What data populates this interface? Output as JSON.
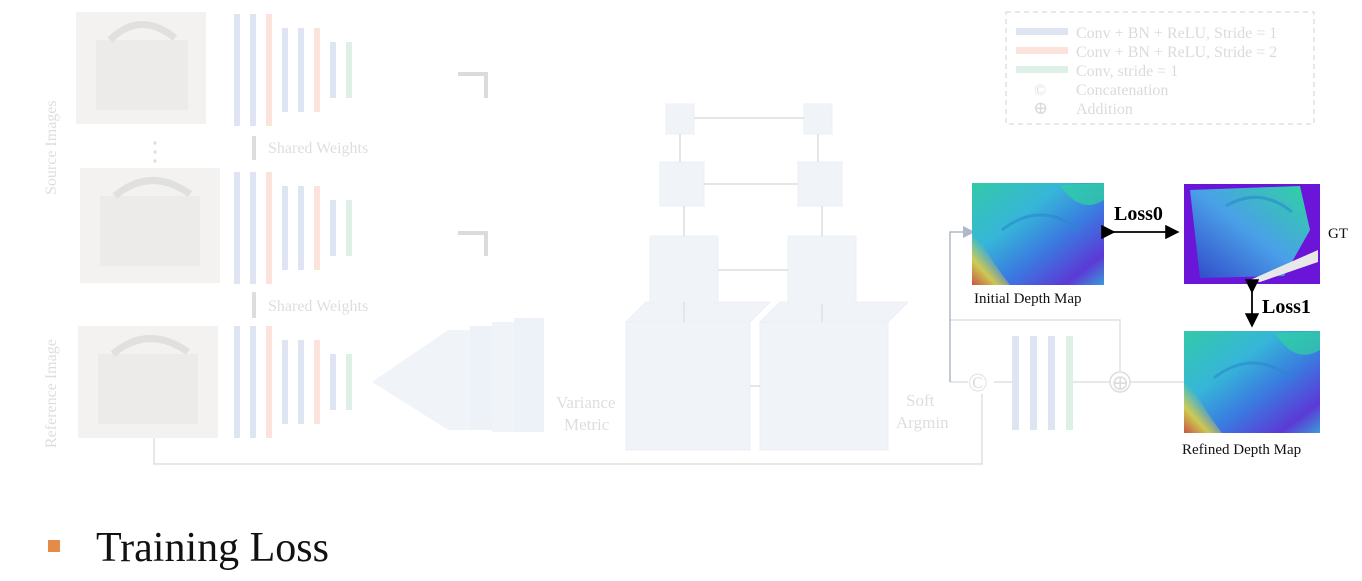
{
  "legend": {
    "items": [
      {
        "label": "Conv + BN + ReLU, Stride = 1",
        "color": "#3f5fb5"
      },
      {
        "label": "Conv + BN + ReLU, Stride = 2",
        "color": "#e8552f"
      },
      {
        "label": "Conv, stride = 1",
        "color": "#3aa86b"
      },
      {
        "label": "Concatenation",
        "symbol": "©"
      },
      {
        "label": "Addition",
        "symbol": "⊕"
      }
    ]
  },
  "labels": {
    "source_images": "Source Images",
    "reference_image": "Reference Image",
    "shared_weights_1": "Shared Weights",
    "shared_weights_2": "Shared Weights",
    "variance_line1": "Variance",
    "variance_line2": "Metric",
    "soft_line1": "Soft",
    "soft_line2": "Argmin",
    "concat_symbol": "©",
    "add_symbol": "⊕",
    "initial_depth_map": "Initial Depth Map",
    "refined_depth_map": "Refined Depth Map",
    "gt": "GT",
    "loss0": "Loss0",
    "loss1": "Loss1",
    "ellipsis": "⋮"
  },
  "colors": {
    "blue": "#3f5fb5",
    "orange": "#e8552f",
    "green": "#3aa86b",
    "cube": "#a9c0dd",
    "bullet": "#e58b4a",
    "gt_background": "#6a15d8"
  },
  "slide": {
    "bullet_title": "Training Loss"
  }
}
